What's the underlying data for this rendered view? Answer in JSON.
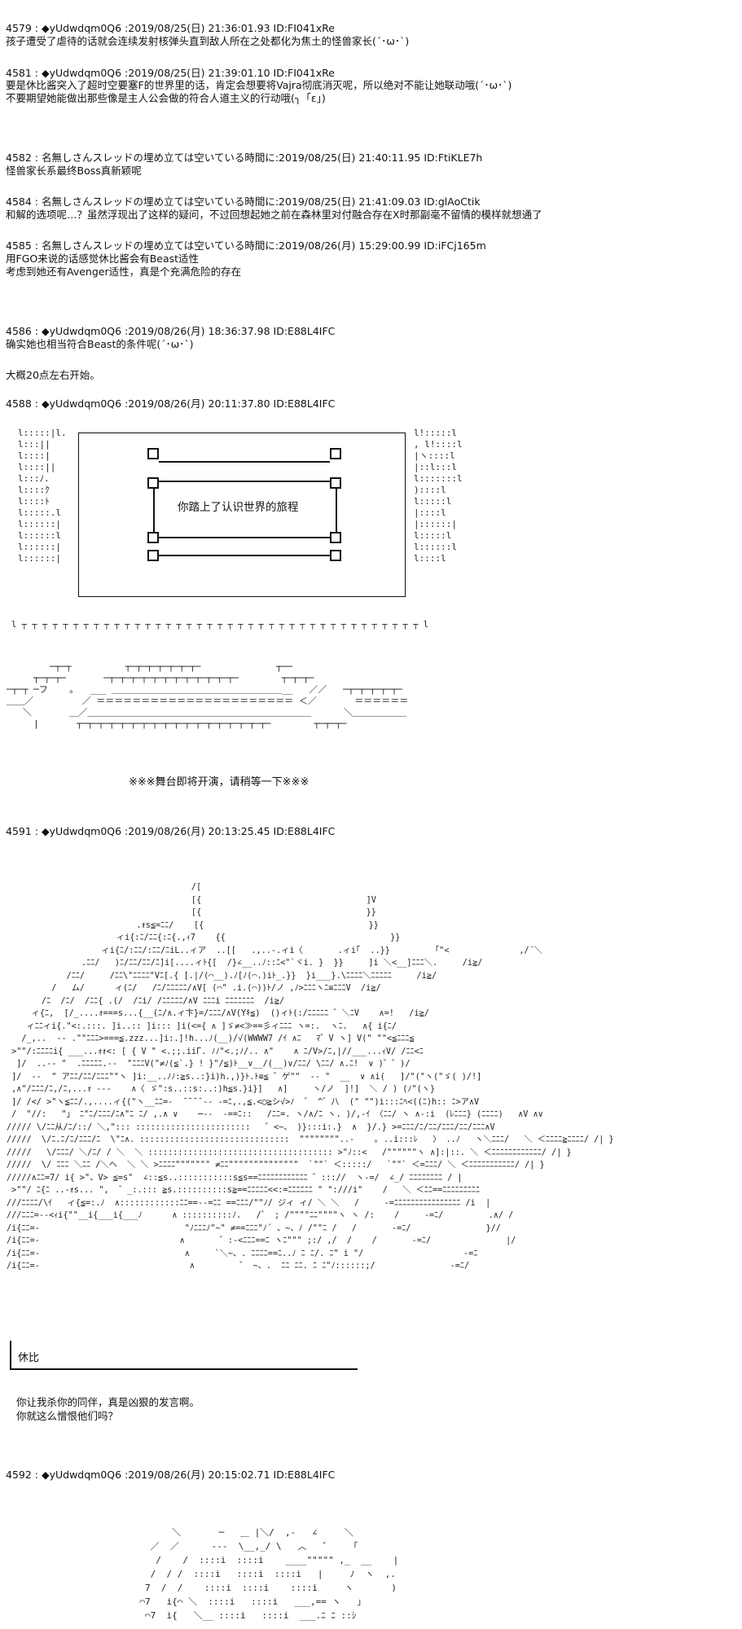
{
  "posts": [
    {
      "header": "4579 : ◆yUdwdqm0Q6 :2019/08/25(日) 21:36:01.93 ID:FI041xRe",
      "lines": [
        "孩子遭受了虐待的话就会连续发射核弹头直到敌人所在之处都化为焦土的怪兽家长(´･ω･`)"
      ]
    },
    {
      "header": "4581 : ◆yUdwdqm0Q6 :2019/08/25(日) 21:39:01.10 ID:FI041xRe",
      "lines": [
        "要是休比酱突入了超时空要塞F的世界里的话，肯定会想要将Vajra彻底消灭呢，所以绝对不能让她联动哦(´･ω･`)",
        "不要期望她能做出那些像是主人公会做的符合人道主义的行动哦(╮「ε」)"
      ]
    },
    {
      "header": "4582 : 名無しさんスレッドの埋め立ては空いている時間に:2019/08/25(日) 21:40:11.95 ID:FtiKLE7h",
      "lines": [
        "怪兽家长系最终Boss真新颖呢"
      ]
    },
    {
      "header": "4584 : 名無しさんスレッドの埋め立ては空いている時間に:2019/08/25(日) 21:41:09.03 ID:glAoCtik",
      "lines": [
        "和解的选项呢…？虽然浮现出了这样的疑问，不过回想起她之前在森林里对付融合存在X时那副毫不留情的模样就想通了"
      ]
    },
    {
      "header": "4585 : 名無しさんスレッドの埋め立ては空いている時間に:2019/08/26(月) 15:29:00.99 ID:iFCj165m",
      "lines": [
        "用FGO来说的话感觉休比酱会有Beast适性",
        "考虑到她还有Avenger适性，真是个充满危险的存在"
      ]
    },
    {
      "header": "4586 : ◆yUdwdqm0Q6 :2019/08/26(月) 18:36:37.98 ID:E88L4IFC",
      "lines": [
        "确实她也相当符合Beast的条件呢(´･ω･`)",
        "",
        "大概20点左右开始。"
      ]
    },
    {
      "header": "4588 : ◆yUdwdqm0Q6 :2019/08/26(月) 20:11:37.80 ID:E88L4IFC",
      "lines": []
    },
    {
      "header": "4591 : ◆yUdwdqm0Q6 :2019/08/26(月) 20:13:25.45 ID:E88L4IFC",
      "lines": []
    },
    {
      "header": "4592 : ◆yUdwdqm0Q6 :2019/08/26(月) 20:15:02.71 ID:E88L4IFC",
      "lines": []
    }
  ],
  "stage": {
    "sign_text": "你踏上了认识世界的旅程",
    "banner": "※※※舞台即将开演，请稍等一下※※※"
  },
  "scene": {
    "speaker": "休比",
    "dialogue": [
      "你让我杀你的同伴，真是凶狠的发言啊。",
      "你就这么憎恨他们吗？"
    ]
  },
  "art": {
    "stage_left": [
      "l:::::|l.",
      "l:::||",
      "l::::|",
      "l::::||",
      "l:::ﾉ.",
      "l::::ｸ",
      "l::::ﾄ",
      "l:::::.l",
      "l::::::|",
      "l::::::l",
      "l::::::|",
      "l::::::|"
    ],
    "stage_right": [
      "l!:::::l",
      ", l!::::l",
      "|ヽ::::l",
      "|::l:::l",
      "l:::::::l",
      ")::::l",
      "l:::::l",
      "|::::l",
      "|::::::|",
      "l:::::l",
      "l::::::l",
      "l::::l"
    ],
    "stage_rail": "l ┬ ┬ ┬ ┬ ┬ ┬ ┬ ┬ ┬ ┬ ┬ ┬ ┬ ┬ ┬ ┬ ┬ ┬ ┬ ┬ ┬ ┬ ┬ ┬ ┬ ┬ ┬ ┬ ┬ ┬ ┬ ┬ ┬ ┬ ┬ ┬ ┬ ┬ ┬ l",
    "floor": [
      "        ─┬─┬          ┬─┬─┬─┬─┬─┬─┬─              ┬──",
      "     ┬─┬─┬─       ─┬─┬─┬─┬─┬─┬─┬─┬─┬─┬─┬─┬─        ┬─┬─┬─",
      "─┬─┬ ─フ    ｡   ___ ＿＿＿＿＿＿＿＿＿＿＿＿＿＿＿＿＿＿＿__   ／／   ─┬─┬─┬─┬─┬─",
      "＿＿／         ／ ＝＝＝＝＝＝＝＝＝＝＝＝＝＝＝＝＝＝＝＝＝＝ ＜／       ＝＝＝＝＝＝",
      "   ＼       ＿／＿＿＿＿＿＿＿＿＿＿＿＿＿＿＿＿＿＿＿＿＿＿＿＿＿      ＼＿＿＿＿＿＿",
      "     |       ┬─┬─┬─┬─┬─┬─┬─┬─┬─┬─┬─┬─┬─┬─┬─┬─┬─┬─        ┬─┬─┬─"
    ],
    "monster": [
      "                                     /[",
      "                                     [{                                 ]V",
      "                                     [{                                 }}",
      "                          .ｫs≦=ﾆﾆ/    [{                                 }}",
      "                      ィi{:ﾆ/ﾆﾆ{:ﾆ{.,ｨ7    {{                                 }}",
      "                   ィi{ﾆ/:ﾆﾆ/:ﾆﾆ/ﾆiL..ィア  ..[[   .,..-.ィi〈       .ィi｢  ..}}         ｢\"<              ,/´＼",
      "               .ﾆﾆ/   )ﾆ/ﾆﾆ/ﾆﾆ/ﾆ]i[....ィﾄ{[  /}∠__..ﾉ::ﾆ<\"`ヾi. }  }}     ]i ＼<__]ﾆﾆﾆ＼.     /i≧/",
      "            /ﾆﾆ/     /ﾆﾆ\\\"ﾆﾆﾆﾆ\"Vﾆ[.{ [.|/(⌒__).ﾉ[ﾉ(⌒.)iﾄ_.}}  }i___}.\\ﾆﾆﾆﾆ＼ﾆﾆﾆﾆﾆ     /i≧/",
      "         /   ム/      ィ(ﾆ/   /ﾆ/ﾆﾆﾆﾆﾆ/∧V[ (⌒\" .i.(⌒))ﾄ/ノ ,ﾉ>ﾆﾆﾆヽﾆ≡ﾆﾆﾆV  /i≧/",
      "       /ﾆ  /ﾆ/  /ﾆﾆ{ .(/  /ﾆi/ /ﾆﾆﾆﾆﾆ/∧V ﾆﾆﾆi ﾆﾆﾆﾆﾆﾆﾆ  /i≧/",
      "     ィ{ﾆ,  [/_....ｫ===s...{__(ﾆ/∧.ィ卞}=/ﾆﾆﾆ/∧V(Yｷ≦)  ()ィﾄ(:/ﾆﾆﾆﾆﾆ ゛＼ﾆV    ∧=!   /i≧/",
      "    ィﾆﾆィi{.\"<:.:::. ]i..:: ]i::: ]i(<={ ∧ ]ゞ≠<≫==彡ィﾆﾆﾆ ヽ=:.  ヽﾆ.   ∧{ i{ﾆ/",
      "   /_,..  -- .\"\"ﾆﾆﾆ>===≦.zzz...]i:.]!h...ﾉ(__)/√(WWWW7 /ｲ ∧ﾆ   ﾏ゛V ヽ] V(\" \"\"<≦ﾆﾆﾆ≦",
      " >\"\"/:ﾆﾆﾆﾆi{ ___...ｫｫ<: [ { V \" <.;;.iiΓ. ﾉﾉ\"<.;ﾉ/.. ∧\"    ∧ ﾆ/V>/ﾆ,|//___...ｨV/ /ﾆﾆ<ﾆ",
      "  ]/  ..-- \"  .ﾆﾆﾆﾆﾆ.--  \"ﾆﾆﾆV(\"≠ﾉ(≦`.} ! }\"/≦)ﾄ__∨__/(__)∨/ﾆﾆ/ \\ﾆﾆ/ ∧.ﾆ!  ∨ )゛゛)/ ",
      " ]/  --  \" アﾆﾆ/ﾆﾆ/ﾆﾆﾆ\"\"ヽ ]i:__..ﾉﾉ:≧s..:}i)h.,)}ﾄ.ﾄ≡≦ ゛ゲ\"\"  -- \"  __  ∨ ∧i(   ]/\"(\"ヽ(\"ゞ( )/!]",
      " ,∧\"/ﾆﾆﾆ/ﾆ,/ﾆ,...ｫ ---    ∧〈 ゞ\":s..::s:..:)h≦s.}i}]   ∧]     ヽ/ノ  ]!]  ＼ / ) (ﾉ\"(ヽ}",
      " ]/ /</ >\"ヽ≦ﾆﾆ/.,....ィ{(\"ヽ__ﾆﾆ=-  ̄ ̄ ̄ ̄ -- -=ﾆ,.,≦.<◯≧シ√>ﾉ  ゛ ^゛八  (\" \"\")i:::ﾆﾍ<((ﾆ)h:: ﾆ>ア∧V",
      " /  \"//:   \"」 ﾆ\"ﾆ/ﾆﾆﾆ/ﾆ∧\"ﾆ ﾆ/ ,.∧ ∨    ─‐‐  ‐==ﾆ::   /ﾆﾆ=. ヽ/∧/ﾆ ヽ. )/,-ｲ 〈ﾆﾆ/ ヽ ∧-:i  (ﾚﾆﾆﾆ} (ﾆﾆﾆﾆ)   ∧V ∧∨",
      "///// \\/ﾆﾆ从/ﾆ/::/ ＼,\"::: :::::::::::::::::::::::   ゛<~、 )}:::i:.}  ∧  }/.} >=ﾆﾆﾆ/ﾆ/ﾆﾆ/ﾆﾆﾆ/ﾆﾆ/ﾆﾆﾆ∧V",
      "/////  \\/ﾆ.ﾆ/ﾆ/ﾆﾆﾆ/ﾆ  \\\"ﾆ∧. ::::::::::::::::::::::::::::::  \"\"\"\"\"\"\"\"..-    ｡ ..i:::ﾚ   〉 ..ﾉ   ヽ＼ﾆﾆﾆ/   ＼ ＜ﾆﾆﾆﾆ≧ﾆﾆﾆﾆ/ /| }",
      "/////   \\/ﾆﾆﾆ/ ＼/ﾆ/ / ＼  ＼ ::::::::::::::::::::::::::::::::::::: >\"ﾉ::<   /\"\"\"\"\"\"ヽ ∧]:|::. ＼ ＜ﾆﾆﾆﾆﾆﾆﾆﾆﾆﾆﾆﾆ/ /| }",
      "/////  \\/ ﾆﾆﾆ ＼ﾆﾆ /＼ヘ  ＼ ＼ >ﾆﾆﾆﾆ\"\"\"\"\"\"\" ≠ﾆﾆ\"\"\"\"\"\"\"\"\"\"\"\"\"\"  `\"\"` ＜:::::/   `\"\"` ＜=ﾆﾆﾆ/ ＼ ＜ﾆﾆﾆﾆﾆﾆﾆﾆﾆﾆﾆ/ /| }",
      "/////∧ﾆﾆ=7/ i{ >\"、V> ≦=s\"  ∠::≦s..:::::::::::s≦s==ﾆﾆﾆﾆﾆﾆﾆﾆﾆﾆﾆﾆ ゛::://  ヽ-=/  ∠_/ ﾆﾆﾆﾆﾆﾆﾆﾆ / |",
      " >\"\"/ ﾆ{ﾆ ..-ｫs... \",  ゛_:.::: ≧s.::::::::::s≧==ﾆﾆﾆﾆﾆ<<:=ﾆﾆﾆﾆﾆﾆ \" \":///i\"    /   ＼ ＜ﾆﾆ==ﾆﾆﾆﾆﾆﾆﾆﾆﾆ",
      "///ﾆﾆﾆﾆ/\\ｲ   ィ{≦=:.ﾉ  ∧::::::::::::ﾆﾆ==--=ﾆﾆ ==ﾆﾆﾆ/\"\"ﾉ/ ジィ ィ/ ＼ ＼   /     -=ﾆﾆﾆﾆﾆﾆﾆﾆﾆﾆﾆﾆﾆﾆﾆﾆ /i  |",
      "///ﾆﾆﾆ=--<ｨi{\"\"__i{___i{___ﾉ      ∧ ::::::::::ﾉ.   /゛ ; /\"\"\"\"ﾆﾆ\"\"\"\"ヽ ヽ /:    /     -=ﾆ/         .∧/ /",
      "/i{ﾆﾆ=-                             \"ﾉﾆﾆﾆﾉ\"~\" ≠==ﾆﾆﾆ\"ﾉ´ 、~、ﾉ /\"\"ﾆ /   /       -=ﾆ/               }//",
      "/i{ﾆﾆ=-                            ∧       ゛:-<ﾆﾆﾆ==ﾆ ヽﾆ\"\"\" ;:/ ,/  /    /       -=ﾆ/               |/",
      "/i{ﾆﾆ=-                             ∧     `＼~、. ﾆﾆﾆﾆ==ﾆ..ﾉ ﾆ ﾆ/. ﾆ\" i \"/                    -=ﾆ",
      "/i{ﾆﾆ=-                              ∧         ゛ ~、.  ﾆﾆ ﾆﾆ. ﾆ ﾆ\"ﾉ::::::;/               -=ﾆ/"
    ],
    "scene2": [
      "             ＼       ─   ＿ |＼/  ,-   ∠     ＼",
      "         ／  ／      ---  \\__,_/ \\   ︿   ゛    ｢",
      "          /    /  ::::i  ::::i    ____\"\"\"\"\" ,_  __    |",
      "         /  / /  ::::i   ::::i  ::::i   |     ﾉ  ヽ  ,.",
      "        7  /  /    ::::i  ::::i    ::::i     ヽ       )",
      "       ⌒7   i{⌒ ＼  ::::i   ::::i   ___,== ヽ   ｣",
      "        ⌒7  i{   ＼__ ::::i   ::::i  ___.ﾆ ﾆ ::ｼ"
    ]
  }
}
